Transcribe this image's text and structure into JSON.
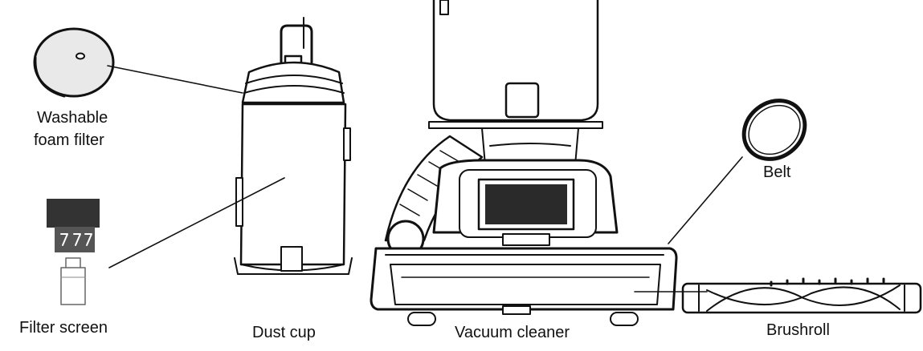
{
  "labels": {
    "washable": "Washable",
    "foam_filter": "foam filter",
    "filter_screen": "Filter screen",
    "dust_cup": "Dust cup",
    "vacuum_cleaner": "Vacuum cleaner",
    "belt": "Belt",
    "brushroll": "Brushroll"
  }
}
